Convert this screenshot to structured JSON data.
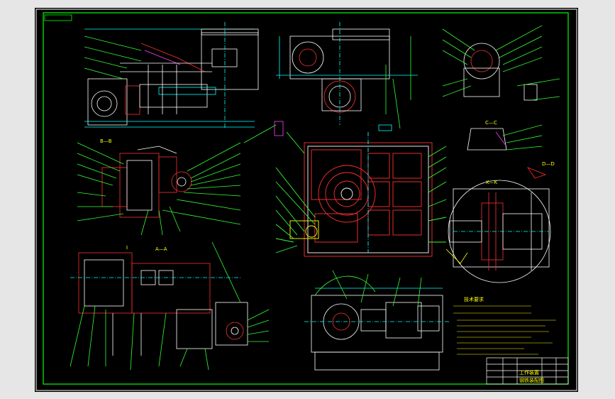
{
  "drawing": {
    "section_labels": {
      "view_b": "B—B",
      "view_a": "A—A",
      "view_k": "K—K",
      "view_c": "C—C",
      "view_d": "D—D"
    },
    "title_block": {
      "title": "工作装置",
      "subtitle": "钢铁装配图"
    },
    "notes_heading": "技术要求"
  },
  "colors": {
    "background": "#000000",
    "frame": "#00ff00",
    "section_red": "#ff3030",
    "outline_white": "#ffffff",
    "leader_green": "#33ff33",
    "dim_cyan": "#00ffff",
    "text_yellow": "#ffff00",
    "hatch_magenta": "#ff40ff"
  }
}
